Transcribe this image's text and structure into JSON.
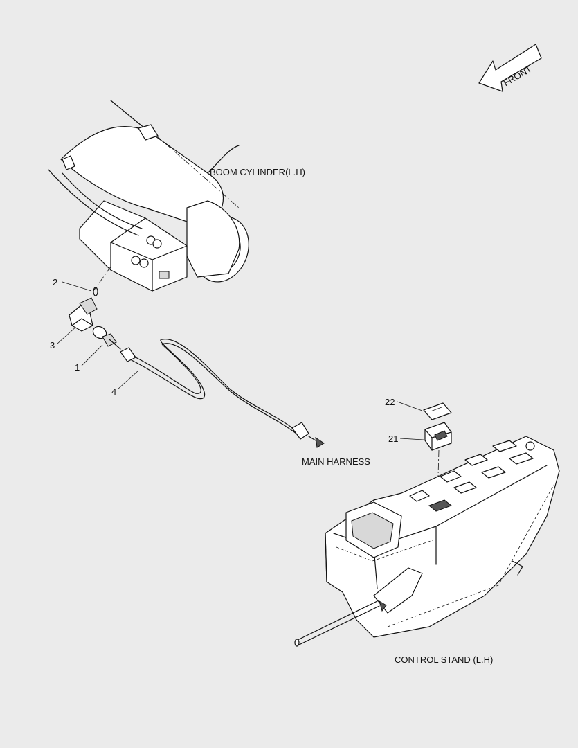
{
  "labels": {
    "front": "FRONT",
    "boom_cylinder": "BOOM CYLINDER(L.H)",
    "main_harness": "MAIN HARNESS",
    "control_stand": "CONTROL STAND (L.H)"
  },
  "callouts": {
    "c1": "1",
    "c2": "2",
    "c3": "3",
    "c4": "4",
    "c21": "21",
    "c22": "22"
  }
}
